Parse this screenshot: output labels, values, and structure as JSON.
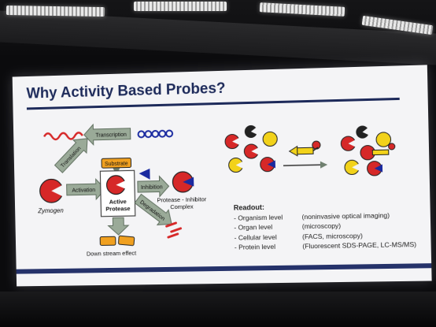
{
  "slide": {
    "title": "Why Activity Based Probes?"
  },
  "diagram": {
    "transcription": "Transcription",
    "translation": "Translation",
    "substrate": "Substrate",
    "activation": "Activation",
    "active_protease_line1": "Active",
    "active_protease_line2": "Protease",
    "inhibition": "Inhibition",
    "degradation": "Degradation",
    "zymogen": "Zymogen",
    "complex_line1": "Protease - Inhibitor",
    "complex_line2": "Complex",
    "downstream": "Down stream effect"
  },
  "readout": {
    "heading": "Readout:",
    "rows": [
      {
        "level": "- Organism level",
        "method": "(noninvasive optical imaging)"
      },
      {
        "level": "- Organ level",
        "method": "(microscopy)"
      },
      {
        "level": "- Cellular level",
        "method": "(FACS, microscopy)"
      },
      {
        "level": "- Protein level",
        "method": "(Fluorescent SDS-PAGE, LC-MS/MS)"
      }
    ]
  },
  "colors": {
    "title": "#1d2a5a",
    "protease_red": "#d62828",
    "arrow_gray": "#8a9a8a",
    "substrate_orange": "#f0a020",
    "inhibitor_blue": "#1a2aa0",
    "probe_yellow": "#f2d21a"
  }
}
